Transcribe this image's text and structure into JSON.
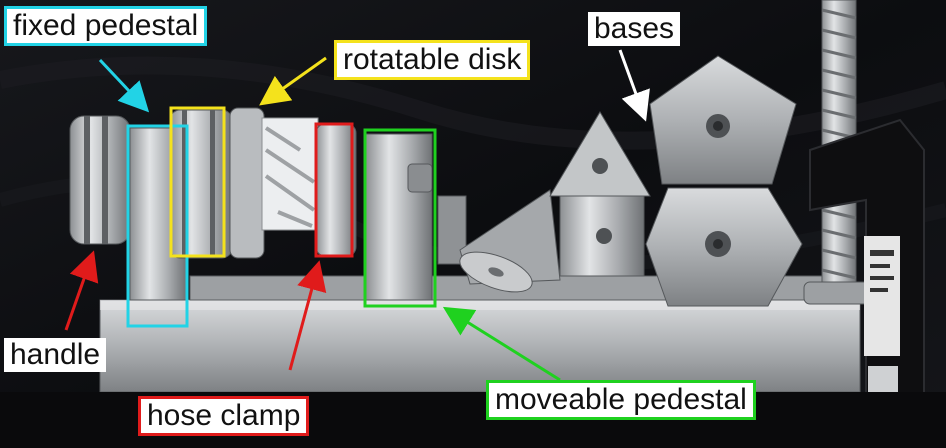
{
  "labels": {
    "fixed_pedestal": "fixed pedestal",
    "rotatable_disk": "rotatable disk",
    "bases": "bases",
    "handle": "handle",
    "hose_clamp": "hose clamp",
    "moveable_pedestal": "moveable pedestal"
  },
  "colors": {
    "cyan": "#22d3e6",
    "yellow": "#f4e21c",
    "red": "#e01b1b",
    "green": "#1fd11f",
    "white": "#ffffff",
    "background": "#0b0b0d"
  }
}
